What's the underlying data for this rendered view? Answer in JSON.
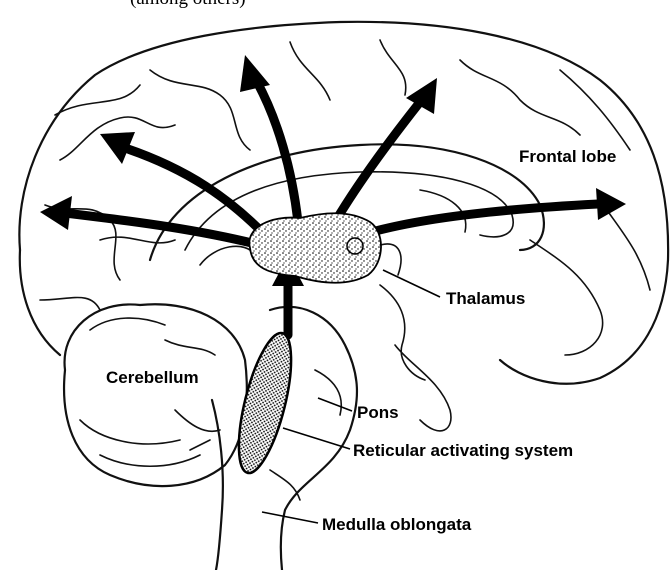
{
  "caption_fragment": "(among others)",
  "labels": {
    "frontal_lobe": "Frontal lobe",
    "thalamus": "Thalamus",
    "cerebellum": "Cerebellum",
    "pons": "Pons",
    "ras": "Reticular activating system",
    "medulla": "Medulla oblongata"
  }
}
